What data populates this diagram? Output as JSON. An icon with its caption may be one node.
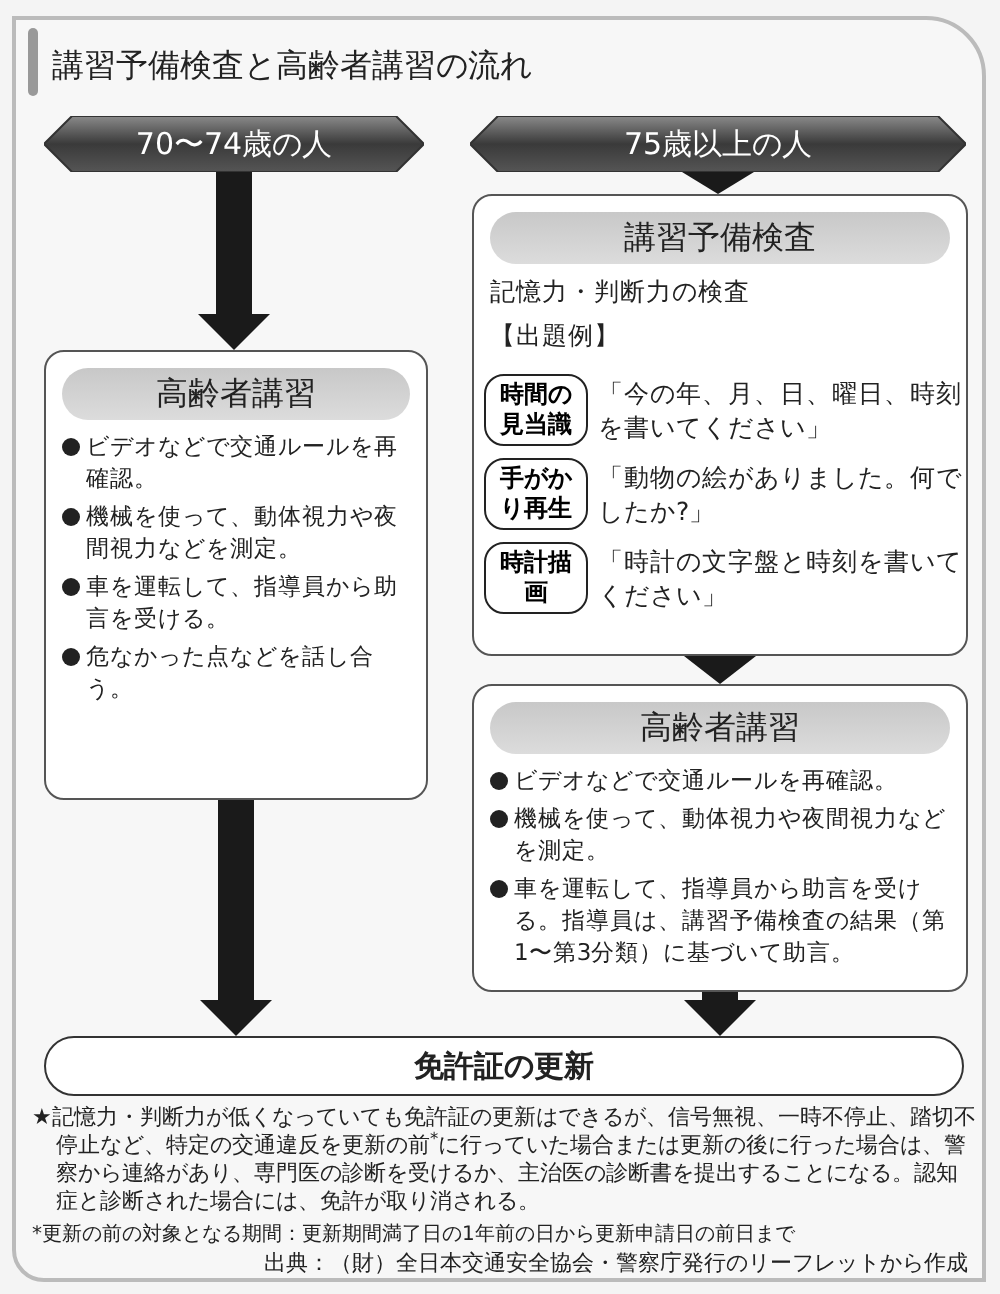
{
  "diagram": {
    "title": "講習予備検査と高齢者講習の流れ",
    "nodes": [
      {
        "text": [
          "70〜74歳の人"
        ]
      },
      {
        "text": [
          "75歳以上の人"
        ]
      },
      {
        "text": [
          "講習予備検査",
          "記憶力・判断力の検査",
          "【出題例】"
        ]
      },
      {
        "text": [
          "時間の見当識"
        ],
        "in": 2,
        "beside": [
          "「今の年、月、日、曜日、時刻を書いてください」"
        ]
      },
      {
        "text": [
          "手がかり再生"
        ],
        "in": 2,
        "beside": [
          "「動物の絵がありました。何でしたか?」"
        ]
      },
      {
        "text": [
          "時計描画"
        ],
        "in": 2,
        "beside": [
          "「時計の文字盤と時刻を書いてください」"
        ]
      },
      {
        "text": [
          "高齢者講習",
          "ビデオなどで交通ルールを再確認。",
          "機械を使って、動体視力や夜間視力などを測定。",
          "車を運転して、指導員から助言を受ける。",
          "危なかった点などを話し合う。"
        ]
      },
      {
        "text": [
          "高齢者講習",
          "ビデオなどで交通ルールを再確認。",
          "機械を使って、動体視力や夜間視力などを測定。",
          "車を運転して、指導員から助言を受ける。指導員は、講習予備検査の結果（第1〜第3分類）に基づいて助言。"
        ]
      },
      {
        "text": [
          "免許証の更新"
        ]
      }
    ],
    "edges": [
      {
        "from": 0,
        "to": 6,
        "arrow": "to",
        "style": "thick"
      },
      {
        "from": 1,
        "to": 2,
        "arrow": "to",
        "style": "thick"
      },
      {
        "from": 2,
        "to": 7,
        "arrow": "to",
        "style": "thick"
      },
      {
        "from": 6,
        "to": 8,
        "arrow": "to",
        "style": "thick"
      },
      {
        "from": 7,
        "to": 8,
        "arrow": "to",
        "style": "thick"
      }
    ],
    "labels": [
      "★記憶力・判断力が低くなっていても免許証の更新はできるが、信号無視、一時不停止、踏切不停止など、特定の交通違反を更新の前$^{*}$に行っていた場合または更新の後に行った場合は、警察から連絡があり、専門医の診断を受けるか、主治医の診断書を提出することになる。認知症と診断された場合には、免許が取り消される。",
      "*更新の前の対象となる期間：更新期間満了日の1年前の日から更新申請日の前日まで",
      "出典：（財）全日本交通安全協会・警察庁発行のリーフレットから作成"
    ]
  }
}
